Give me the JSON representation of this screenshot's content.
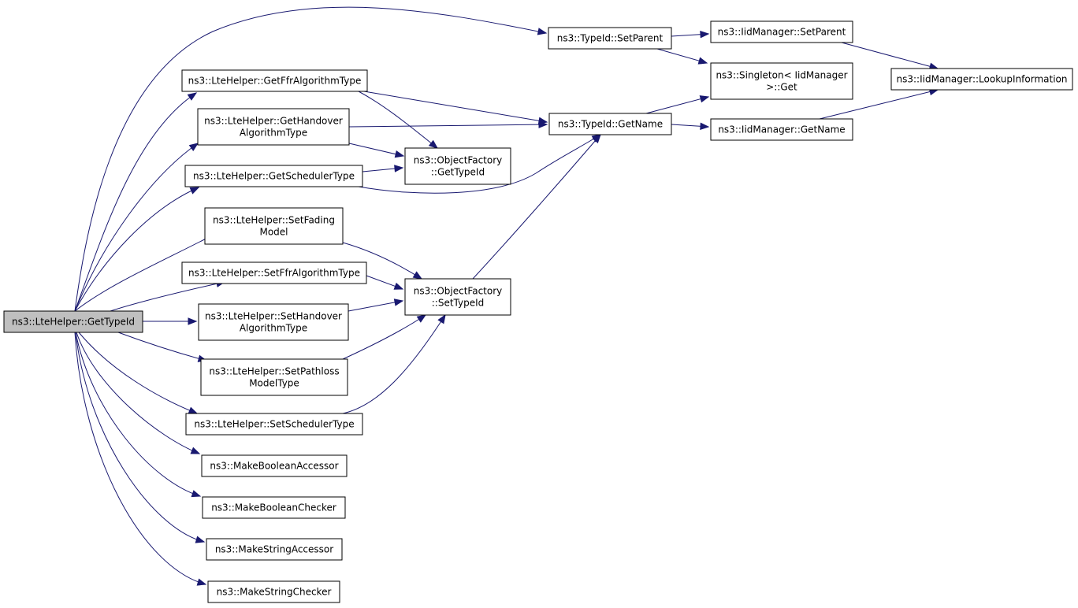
{
  "graph": {
    "edge_color": "#191970",
    "root_fill": "#bfbfbf",
    "nodes": [
      {
        "id": "root",
        "lines": [
          "ns3::LteHelper::GetTypeId"
        ],
        "root": true,
        "name": "node-ltehelper-gettypeid"
      },
      {
        "id": "getFfr",
        "lines": [
          "ns3::LteHelper::GetFfrAlgorithmType"
        ],
        "name": "node-ltehelper-getffralgorithmtype"
      },
      {
        "id": "getHo",
        "lines": [
          "ns3::LteHelper::GetHandover",
          "AlgorithmType"
        ],
        "name": "node-ltehelper-gethandoveralgorithmtype"
      },
      {
        "id": "getSched",
        "lines": [
          "ns3::LteHelper::GetSchedulerType"
        ],
        "name": "node-ltehelper-getschedulertype"
      },
      {
        "id": "setFading",
        "lines": [
          "ns3::LteHelper::SetFading",
          "Model"
        ],
        "name": "node-ltehelper-setfadingmodel"
      },
      {
        "id": "setFfr",
        "lines": [
          "ns3::LteHelper::SetFfrAlgorithmType"
        ],
        "name": "node-ltehelper-setffralgorithmtype"
      },
      {
        "id": "setHo",
        "lines": [
          "ns3::LteHelper::SetHandover",
          "AlgorithmType"
        ],
        "name": "node-ltehelper-sethandoveralgorithmtype"
      },
      {
        "id": "setPath",
        "lines": [
          "ns3::LteHelper::SetPathloss",
          "ModelType"
        ],
        "name": "node-ltehelper-setpathlossmodeltype"
      },
      {
        "id": "setSched",
        "lines": [
          "ns3::LteHelper::SetSchedulerType"
        ],
        "name": "node-ltehelper-setschedulertype"
      },
      {
        "id": "mba",
        "lines": [
          "ns3::MakeBooleanAccessor"
        ],
        "name": "node-makebooleanaccessor"
      },
      {
        "id": "mbc",
        "lines": [
          "ns3::MakeBooleanChecker"
        ],
        "name": "node-makebooleanchecker"
      },
      {
        "id": "msa",
        "lines": [
          "ns3::MakeStringAccessor"
        ],
        "name": "node-makestringaccessor"
      },
      {
        "id": "msc",
        "lines": [
          "ns3::MakeStringChecker"
        ],
        "name": "node-makestringchecker"
      },
      {
        "id": "tidSetParent",
        "lines": [
          "ns3::TypeId::SetParent"
        ],
        "name": "node-typeid-setparent"
      },
      {
        "id": "tidGetName",
        "lines": [
          "ns3::TypeId::GetName"
        ],
        "name": "node-typeid-getname"
      },
      {
        "id": "ofGet",
        "lines": [
          "ns3::ObjectFactory",
          "::GetTypeId"
        ],
        "name": "node-objectfactory-gettypeid"
      },
      {
        "id": "ofSet",
        "lines": [
          "ns3::ObjectFactory",
          "::SetTypeId"
        ],
        "name": "node-objectfactory-settypeid"
      },
      {
        "id": "iidSetParent",
        "lines": [
          "ns3::IidManager::SetParent"
        ],
        "name": "node-iidmanager-setparent"
      },
      {
        "id": "singleton",
        "lines": [
          "ns3::Singleton< IidManager",
          " >::Get"
        ],
        "name": "node-singleton-iidmanager-get"
      },
      {
        "id": "iidGetName",
        "lines": [
          "ns3::IidManager::GetName"
        ],
        "name": "node-iidmanager-getname"
      },
      {
        "id": "lookup",
        "lines": [
          "ns3::IidManager::LookupInformation"
        ],
        "name": "node-iidmanager-lookupinformation"
      }
    ],
    "edges": [
      [
        "root",
        "tidSetParent"
      ],
      [
        "root",
        "getFfr"
      ],
      [
        "root",
        "getHo"
      ],
      [
        "root",
        "getSched"
      ],
      [
        "root",
        "setFading"
      ],
      [
        "root",
        "setFfr"
      ],
      [
        "root",
        "setHo"
      ],
      [
        "root",
        "setPath"
      ],
      [
        "root",
        "setSched"
      ],
      [
        "root",
        "mba"
      ],
      [
        "root",
        "mbc"
      ],
      [
        "root",
        "msa"
      ],
      [
        "root",
        "msc"
      ],
      [
        "tidSetParent",
        "iidSetParent"
      ],
      [
        "tidSetParent",
        "singleton"
      ],
      [
        "iidSetParent",
        "lookup"
      ],
      [
        "iidGetName",
        "lookup"
      ],
      [
        "getFfr",
        "tidGetName"
      ],
      [
        "getFfr",
        "ofGet"
      ],
      [
        "getHo",
        "tidGetName"
      ],
      [
        "getHo",
        "ofGet"
      ],
      [
        "getSched",
        "ofGet"
      ],
      [
        "getSched",
        "tidGetName"
      ],
      [
        "tidGetName",
        "singleton"
      ],
      [
        "tidGetName",
        "iidGetName"
      ],
      [
        "setFading",
        "ofSet"
      ],
      [
        "setFfr",
        "ofSet"
      ],
      [
        "setHo",
        "ofSet"
      ],
      [
        "setPath",
        "ofSet"
      ],
      [
        "setSched",
        "ofSet"
      ],
      [
        "ofSet",
        "tidGetName"
      ]
    ]
  }
}
